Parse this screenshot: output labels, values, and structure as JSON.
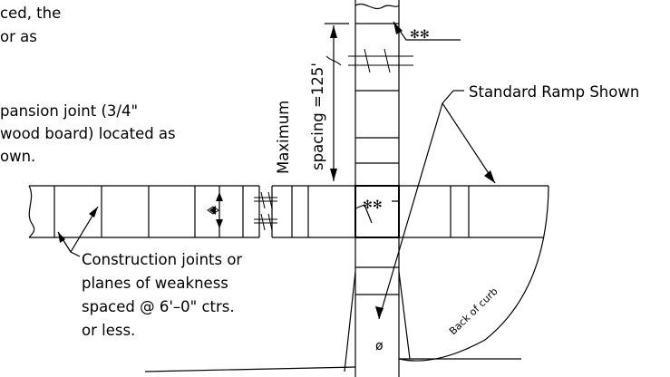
{
  "notes": {
    "top_left": [
      "ced, the",
      "or as"
    ],
    "expansion": [
      "pansion joint  (3/4\"",
      "wood board) located as",
      "own."
    ],
    "construction": [
      "Construction joints or",
      "planes of weakness",
      "spaced @ 6'–0\" ctrs.",
      "or less."
    ]
  },
  "labels": {
    "max_spacing_line1": "Maximum",
    "max_spacing_line2": "spacing =125'",
    "standard_ramp": "Standard Ramp Shown",
    "back_of_curb": "Back of curb",
    "asterisk_top": "✻✻",
    "asterisk_mid": "✻✻",
    "phi": "ø"
  }
}
